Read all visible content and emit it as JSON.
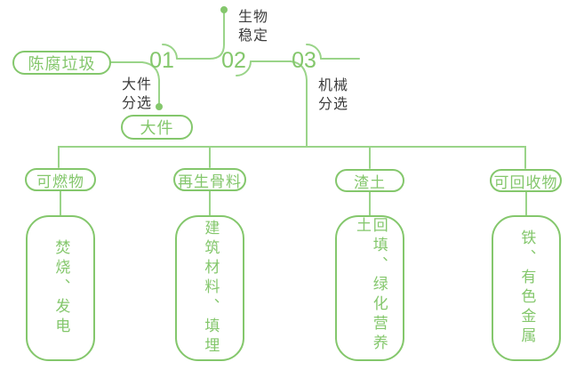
{
  "palette": {
    "green_main": "#84C76C",
    "green_line": "#9AD489",
    "dark_text": "#3D3D3D",
    "background": "#FFFFFF"
  },
  "diagram": {
    "source": "陈腐垃圾",
    "steps": [
      {
        "number": "01",
        "label": "大件\n分选",
        "output": "大件"
      },
      {
        "number": "02",
        "label": "生物\n稳定"
      },
      {
        "number": "03",
        "label": "机械\n分选"
      }
    ],
    "branches": [
      {
        "category": "可燃物",
        "result": "焚烧、发电"
      },
      {
        "category": "再生骨料",
        "result": "建筑材料、填埋"
      },
      {
        "category": "渣土",
        "result": "回填、绿化营养土"
      },
      {
        "category": "可回收物",
        "result": "铁、有色金属"
      }
    ]
  }
}
